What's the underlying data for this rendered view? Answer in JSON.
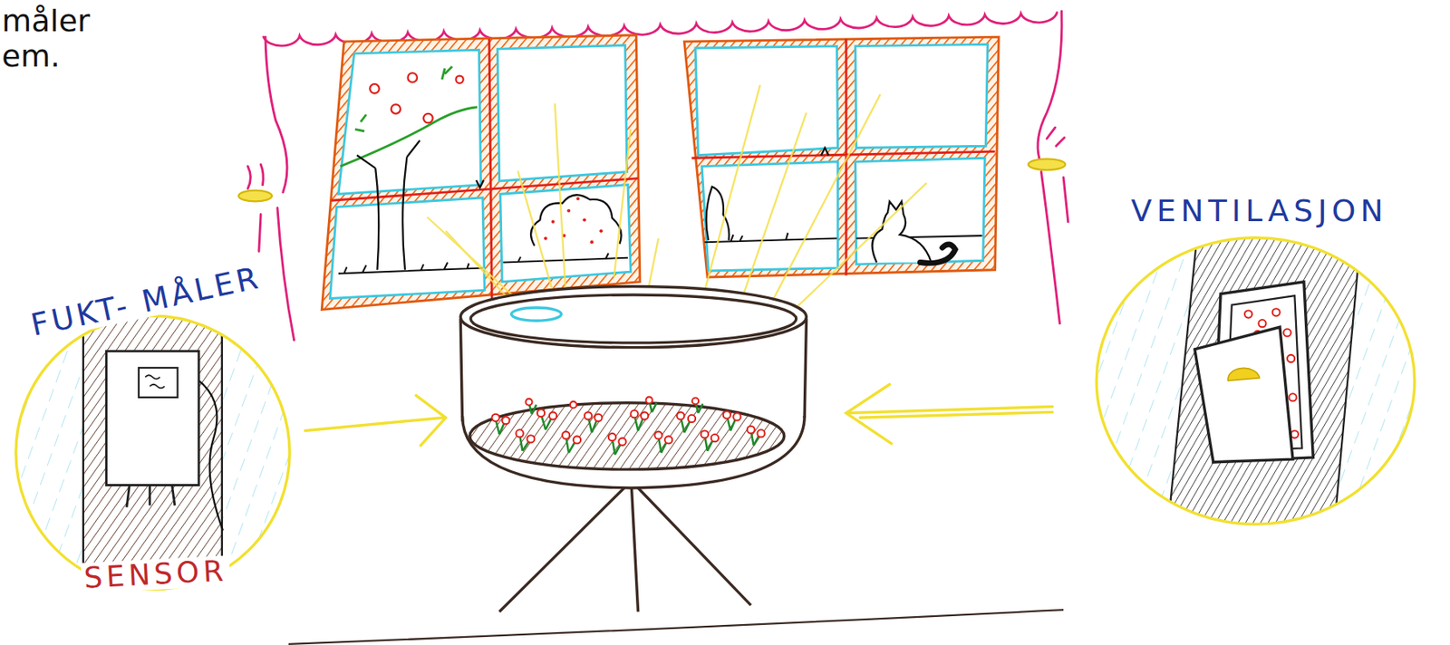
{
  "diagram": {
    "nodes": [
      {
        "text": [
          "FUKT- MÅLER",
          "SENSOR"
        ]
      },
      {
        "text": [
          "VENTILASJON"
        ]
      }
    ],
    "labels": [
      "måler",
      "em."
    ]
  }
}
